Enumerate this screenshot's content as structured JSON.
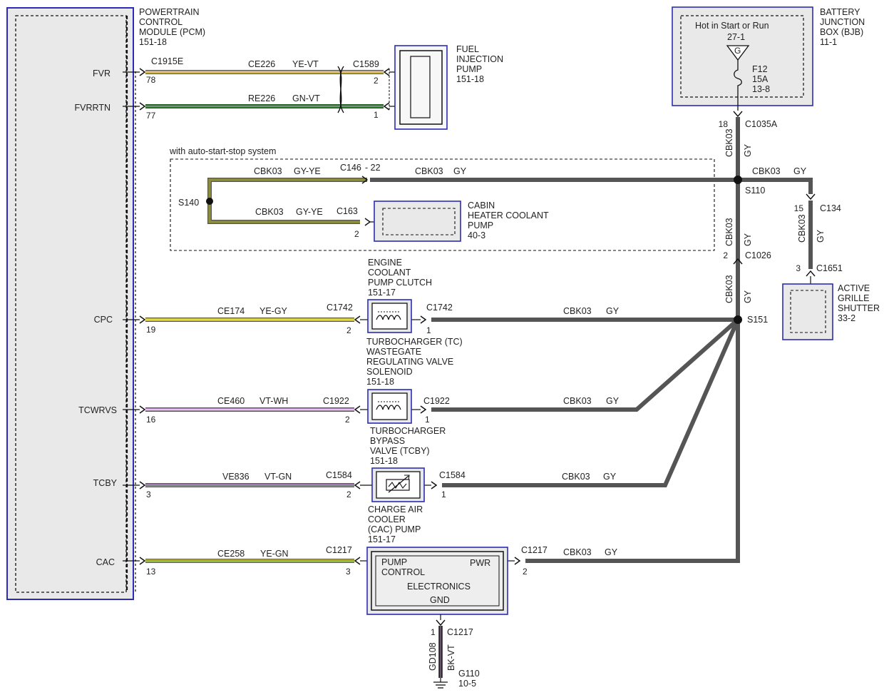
{
  "colors": {
    "module_border": "#2c2cb4",
    "dashed": "#111111",
    "wire_gray": "#555555",
    "yellow": "#e6da3c",
    "violet": "#c98ed3",
    "white_stripe": "#ffffff",
    "green": "#2e8a2e",
    "olive": "#8f8f38",
    "black": "#111111",
    "module_fill": "#e9e9e9"
  },
  "pcm": {
    "title_lines": [
      "POWERTRAIN",
      "CONTROL",
      "MODULE (PCM)"
    ],
    "ref": "151-18",
    "pins": {
      "fvr": "FVR",
      "fvrrtn": "FVRRTN",
      "cpc": "CPC",
      "tcwrvs": "TCWRVS",
      "tcby": "TCBY",
      "cac": "CAC"
    }
  },
  "fuel_pump": {
    "title_lines": [
      "FUEL",
      "INJECTION",
      "PUMP"
    ],
    "ref": "151-18",
    "connector": "C1589"
  },
  "bjb": {
    "title_lines": [
      "BATTERY",
      "JUNCTION",
      "BOX (BJB)"
    ],
    "ref": "11-1",
    "hot_label": "Hot in Start or Run",
    "hot_ref": "27-1",
    "g_symbol": "G",
    "fuse_name": "F12",
    "fuse_rating": "15A",
    "fuse_ref": "13-8"
  },
  "wires": {
    "fvr": {
      "pcm_connector": "C1915E",
      "pcm_pin": "78",
      "circuit": "CE226",
      "color": "YE-VT",
      "dest_pin": "2"
    },
    "fvrrtn": {
      "pcm_pin": "77",
      "circuit": "RE226",
      "color": "GN-VT",
      "dest_pin": "1"
    },
    "cpc": {
      "pcm_pin": "19",
      "circuit": "CE174",
      "color": "YE-GY",
      "connector": "C1742",
      "dest_pin": "2",
      "out_connector": "C1742",
      "out_pin": "1",
      "out_circuit": "CBK03",
      "out_color": "GY"
    },
    "tcwrvs": {
      "pcm_pin": "16",
      "circuit": "CE460",
      "color": "VT-WH",
      "connector": "C1922",
      "dest_pin": "2",
      "out_connector": "C1922",
      "out_pin": "1",
      "out_circuit": "CBK03",
      "out_color": "GY"
    },
    "tcby": {
      "pcm_pin": "3",
      "circuit": "VE836",
      "color": "VT-GN",
      "connector": "C1584",
      "dest_pin": "2",
      "out_connector": "C1584",
      "out_pin": "1",
      "out_circuit": "CBK03",
      "out_color": "GY"
    },
    "cac": {
      "pcm_pin": "13",
      "circuit": "CE258",
      "color": "YE-GN",
      "connector": "C1217",
      "dest_pin": "3",
      "out_connector": "C1217",
      "out_pin": "2",
      "out_circuit": "CBK03",
      "out_color": "GY"
    }
  },
  "power_feed": {
    "connector": "C1035A",
    "pin": "18",
    "circuit": "CBK03",
    "color": "GY",
    "splice_s110": "S110",
    "to_c1026_connector": "C1026",
    "to_c1026_pin": "2",
    "splice_s151": "S151"
  },
  "auto_start_stop": {
    "label": "with auto-start-stop system",
    "upper_circuit": "CBK03",
    "upper_color": "GY-YE",
    "connector": "C146",
    "connector_pin": "- 22",
    "right_circuit": "CBK03",
    "right_color": "GY",
    "splice": "S140",
    "lower_circuit": "CBK03",
    "lower_color": "GY-YE",
    "pump_connector": "C163",
    "pump_pin": "2",
    "pump_title_lines": [
      "CABIN",
      "HEATER COOLANT",
      "PUMP"
    ],
    "pump_ref": "40-3"
  },
  "grille": {
    "branch_circuit": "CBK03",
    "branch_color": "GY",
    "connector_top": "C134",
    "pin_top": "15",
    "vertical_circuit": "CBK03",
    "vertical_color": "GY",
    "connector_bottom": "C1651",
    "pin_bottom": "3",
    "title_lines": [
      "ACTIVE",
      "GRILLE",
      "SHUTTER"
    ],
    "ref": "33-2"
  },
  "s151_segment": {
    "circuit": "CBK03",
    "color": "GY"
  },
  "components": {
    "clutch": {
      "title_lines": [
        "ENGINE",
        "COOLANT",
        "PUMP CLUTCH"
      ],
      "ref": "151-17"
    },
    "wastegate": {
      "title_lines": [
        "TURBOCHARGER (TC)",
        "WASTEGATE",
        "REGULATING VALVE",
        "SOLENOID"
      ],
      "ref": "151-18"
    },
    "bypass": {
      "title_lines": [
        "TURBOCHARGER",
        "BYPASS",
        "VALVE (TCBY)"
      ],
      "ref": "151-18"
    },
    "cac_pump": {
      "title_lines": [
        "CHARGE AIR",
        "COOLER",
        "(CAC) PUMP"
      ],
      "ref": "151-17"
    },
    "pump_control": {
      "line1": "PUMP",
      "line2": "CONTROL",
      "line3": "ELECTRONICS",
      "pwr": "PWR",
      "gnd": "GND"
    }
  },
  "ground": {
    "pin": "1",
    "connector": "C1217",
    "circuit": "GD108",
    "color": "BK-VT",
    "ground_name": "G110",
    "ground_ref": "10-5"
  }
}
